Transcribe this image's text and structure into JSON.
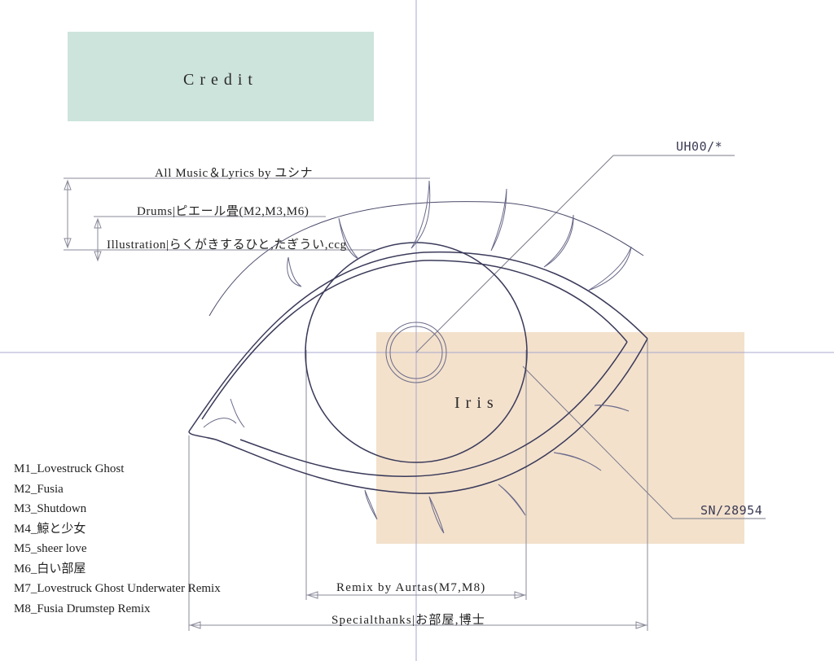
{
  "credit_panel": {
    "title": "Credit",
    "color": "#cde4dc"
  },
  "iris_panel": {
    "title": "Iris",
    "color": "#f3e1cc"
  },
  "dimension_labels": {
    "music": "All Music＆Lyrics by ユシナ",
    "drums": "Drums|ピエール畳(M2,M3,M6)",
    "illustration": "Illustration|らくがきするひと,たぎうい,ccg",
    "remix": "Remix by Aurtas(M7,M8)",
    "special_thanks": "Specialthanks|お部屋,博士"
  },
  "callouts": {
    "top_right": "UH00/*",
    "bottom_right": "SN/28954"
  },
  "tracklist": [
    "M1_Lovestruck Ghost",
    "M2_Fusia",
    "M3_Shutdown",
    "M4_鯨と少女",
    "M5_sheer love",
    "M6_白い部屋",
    "M7_Lovestruck Ghost Underwater Remix",
    "M8_Fusia Drumstep Remix"
  ],
  "colors": {
    "line": "#3a3a5a",
    "guide": "#9a9ac8",
    "dim": "#8a8a9a"
  }
}
